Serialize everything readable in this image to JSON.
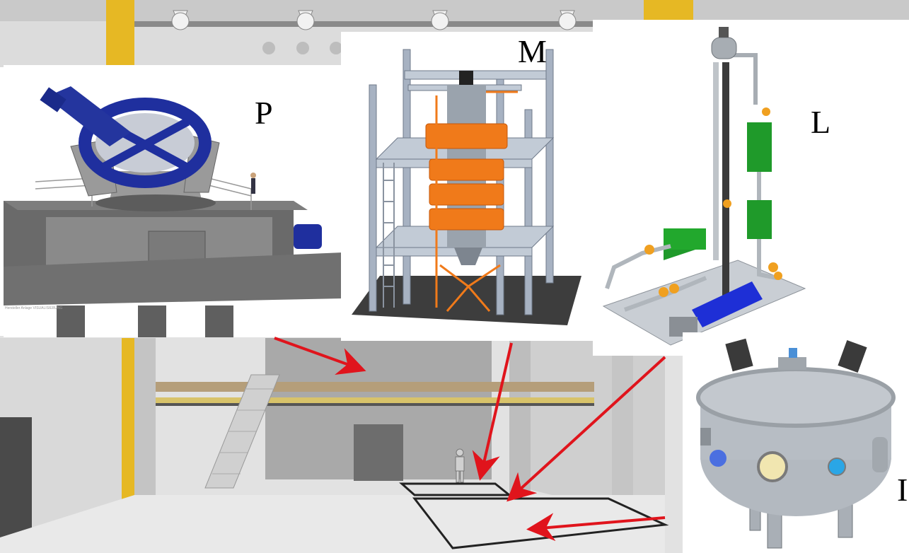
{
  "labels": {
    "p": "P",
    "m": "M",
    "l": "L",
    "i": "I"
  },
  "small_caption": "Hersteller Anlage VISUALISIERUNG",
  "colors": {
    "arrow": "#e0141c",
    "orange_coil": "#f07a1a",
    "blue_mount": "#1f2f9e",
    "green_unit": "#1f9a2a",
    "hall_yellow": "#e6b824"
  }
}
